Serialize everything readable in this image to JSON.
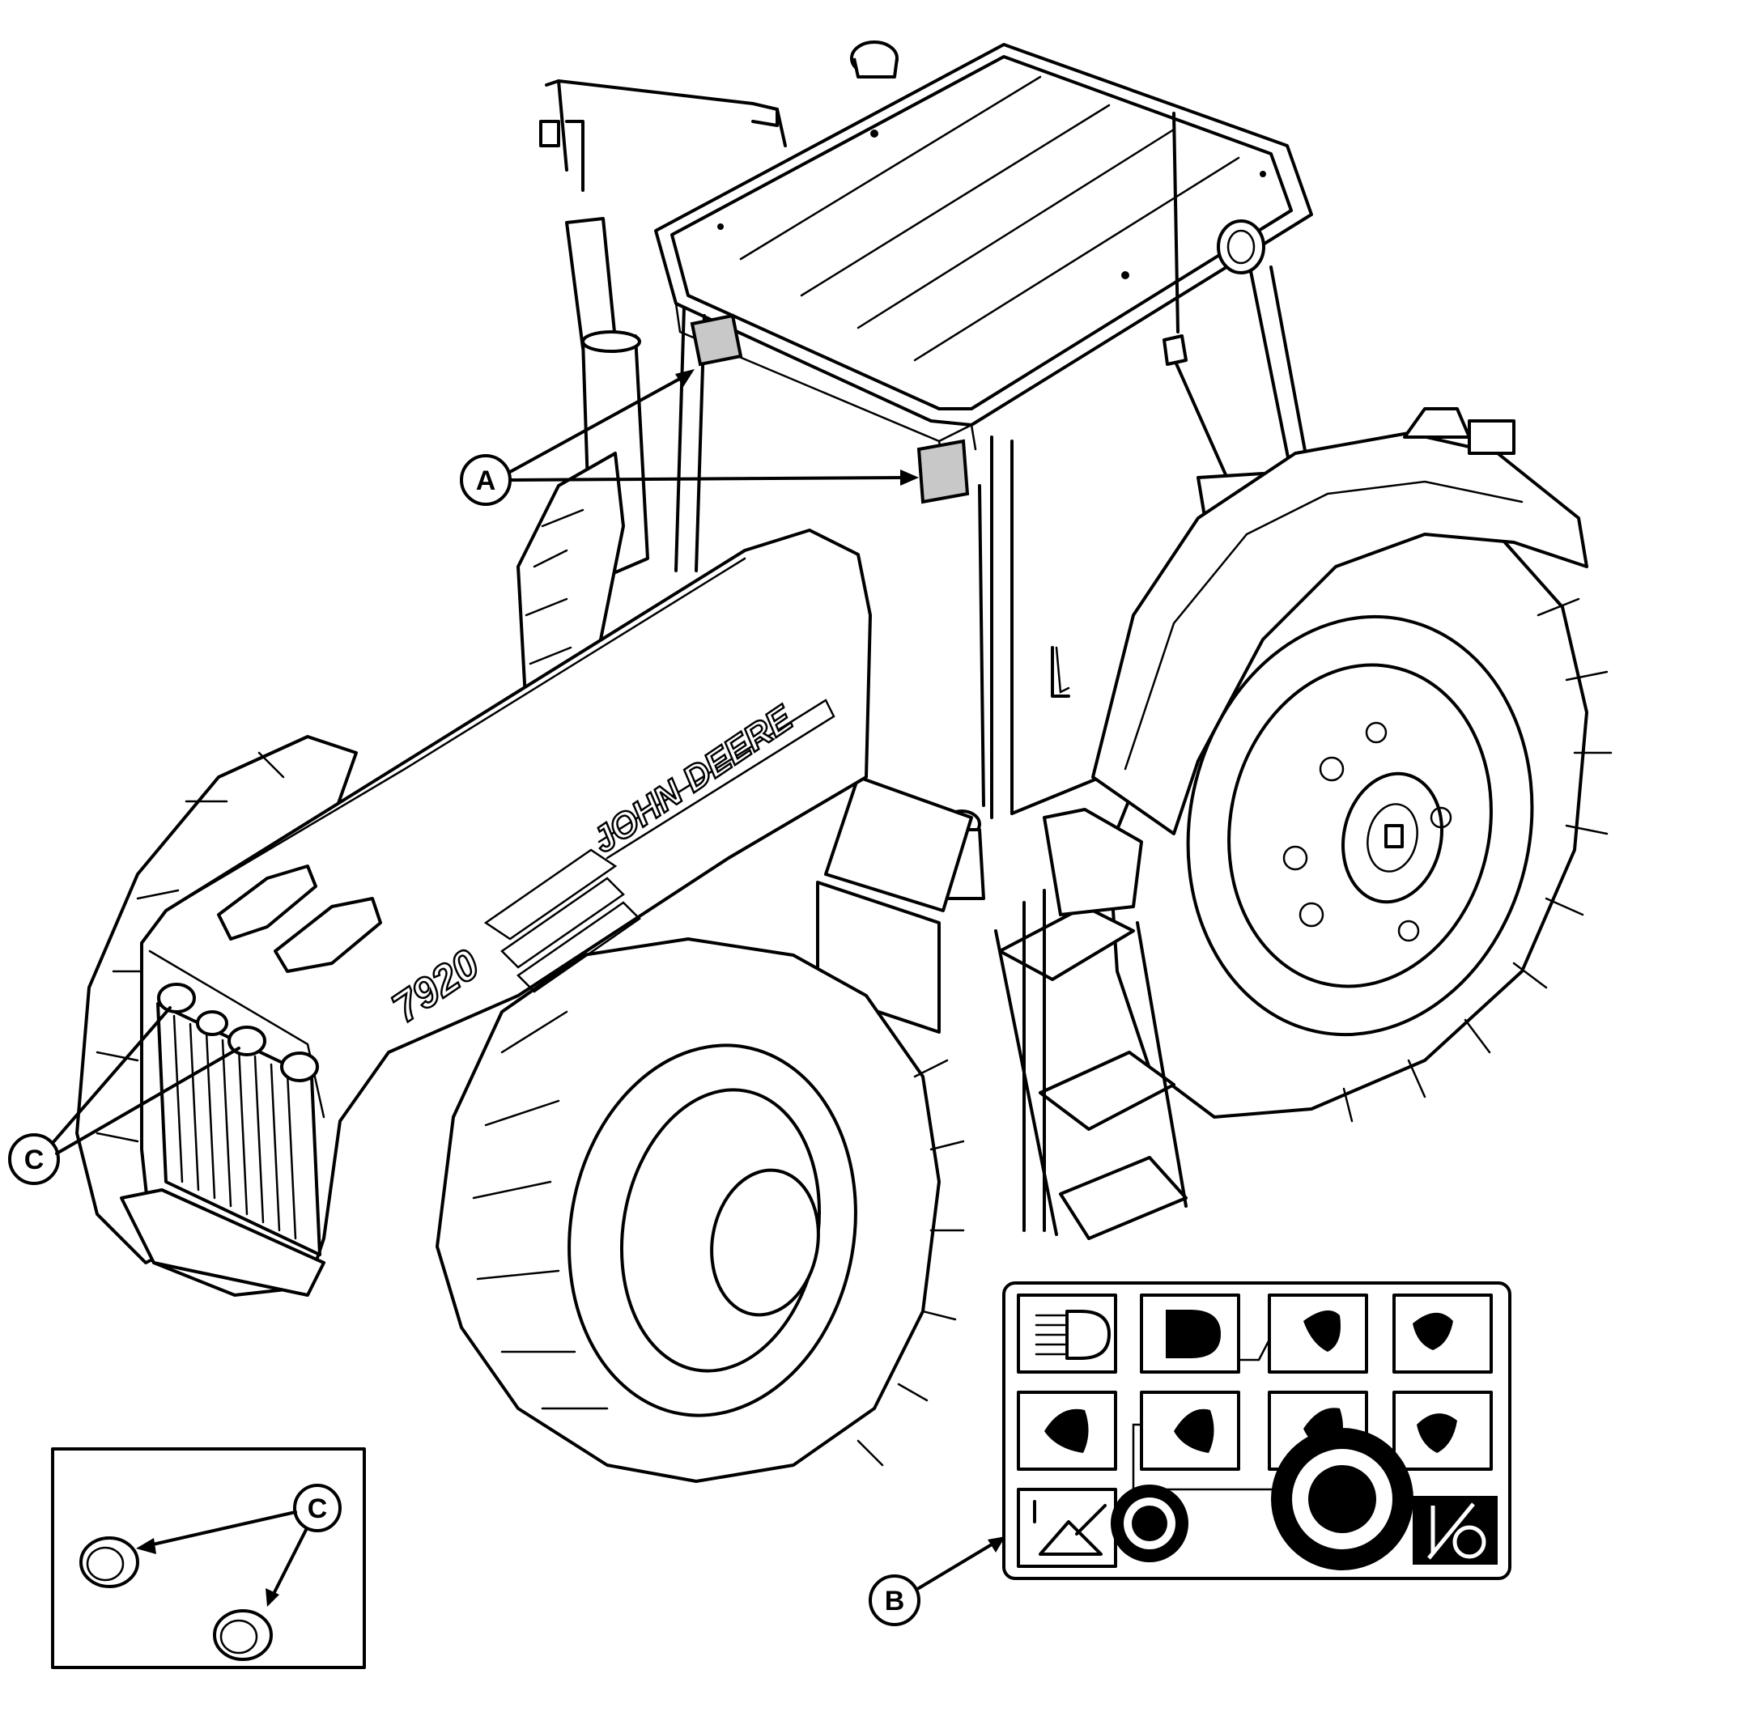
{
  "callouts": {
    "a": "A",
    "b": "B",
    "c": "C"
  },
  "hood": {
    "brand": "JOHN DEERE",
    "model": "7920"
  },
  "panel": {
    "icons": [
      "worklight-high-beam-icon",
      "headlight-icon",
      "cab-roof-rear-worklight-icon",
      "cab-roof-front-worklight-icon",
      "fender-left-worklight-icon",
      "fender-right-worklight-icon",
      "hood-worklight-icon",
      "grille-worklight-icon",
      "field-light-icon",
      "rotary-knob-small-icon",
      "rotary-knob-large-icon",
      "on-off-switch-icon"
    ]
  },
  "colors": {
    "line": "#000000",
    "background": "#ffffff",
    "lamp_fill": "#c8c8c8"
  }
}
